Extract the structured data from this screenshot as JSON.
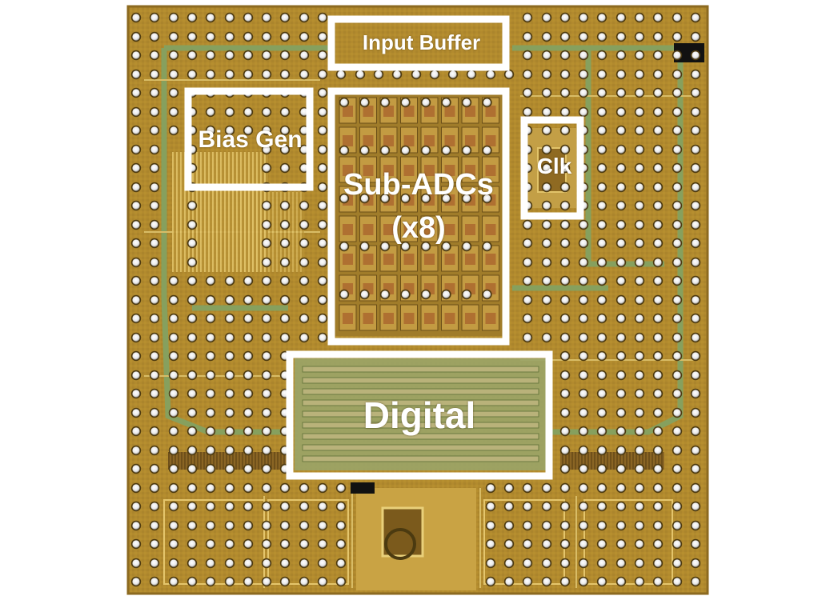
{
  "micrograph": {
    "description_icon": "chip-die-micrograph",
    "colors": {
      "substrate": "#b28a2e",
      "metal_light": "#c9a344",
      "metal_dark": "#7c5c1a",
      "trace_green": "#7f9a58",
      "pad_white": "#f2f2f2",
      "pad_ring": "#5a4514",
      "outline": "#ffffff",
      "black_mark": "#111111"
    }
  },
  "blocks": {
    "input_buffer": {
      "label": "Input Buffer"
    },
    "bias_gen": {
      "label": "Bias Gen"
    },
    "sub_adcs": {
      "label_line1": "Sub-ADCs",
      "label_line2": "(x8)"
    },
    "clk": {
      "label": "Clk"
    },
    "digital": {
      "label": "Digital"
    }
  }
}
